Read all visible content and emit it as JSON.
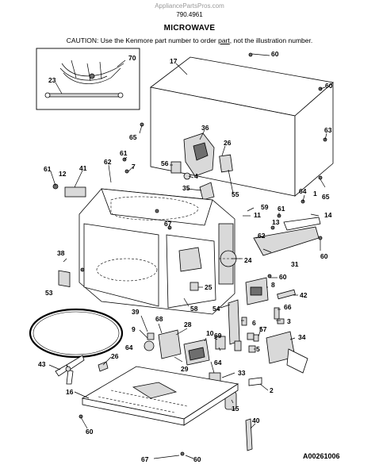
{
  "header": {
    "watermark": "AppliancePartsPros.com",
    "model": "790.4961",
    "title": "MICROWAVE",
    "caution_before": "CAUTION: Use the Kenmore part number to order ",
    "caution_link": "part",
    "caution_after": ", not the illustration number."
  },
  "figure_code": "A00261006",
  "callouts": {
    "c70": "70",
    "c23": "23",
    "c17": "17",
    "c60a": "60",
    "c60b": "60",
    "c63": "63",
    "c65a": "65",
    "c36": "36",
    "c26a": "26",
    "c56": "56",
    "c4": "4",
    "c55": "55",
    "c35": "35",
    "c61a": "61",
    "c61b": "61",
    "c61c": "61",
    "c12": "12",
    "c41": "41",
    "c62a": "62",
    "c7": "7",
    "c64a": "64",
    "c1": "1",
    "c65b": "65",
    "c59": "59",
    "c11": "11",
    "c14": "14",
    "c13": "13",
    "c62b": "62",
    "c67a": "67",
    "c60c": "60",
    "c31": "31",
    "c38": "38",
    "c24": "24",
    "c60d": "60",
    "c8": "8",
    "c25": "25",
    "c53": "53",
    "c58": "58",
    "c54": "54",
    "c42": "42",
    "c39": "39",
    "c68": "68",
    "c28": "28",
    "c10": "10",
    "c6": "6",
    "c66": "66",
    "c9": "9",
    "c57": "57",
    "c3": "3",
    "c64b": "64",
    "c69": "69",
    "c5": "5",
    "c34": "34",
    "c43": "43",
    "c26b": "26",
    "c29": "29",
    "c64c": "64",
    "c33": "33",
    "c16": "16",
    "c2": "2",
    "c15": "15",
    "c40": "40",
    "c60e": "60",
    "c67b": "67",
    "c60f": "60"
  }
}
